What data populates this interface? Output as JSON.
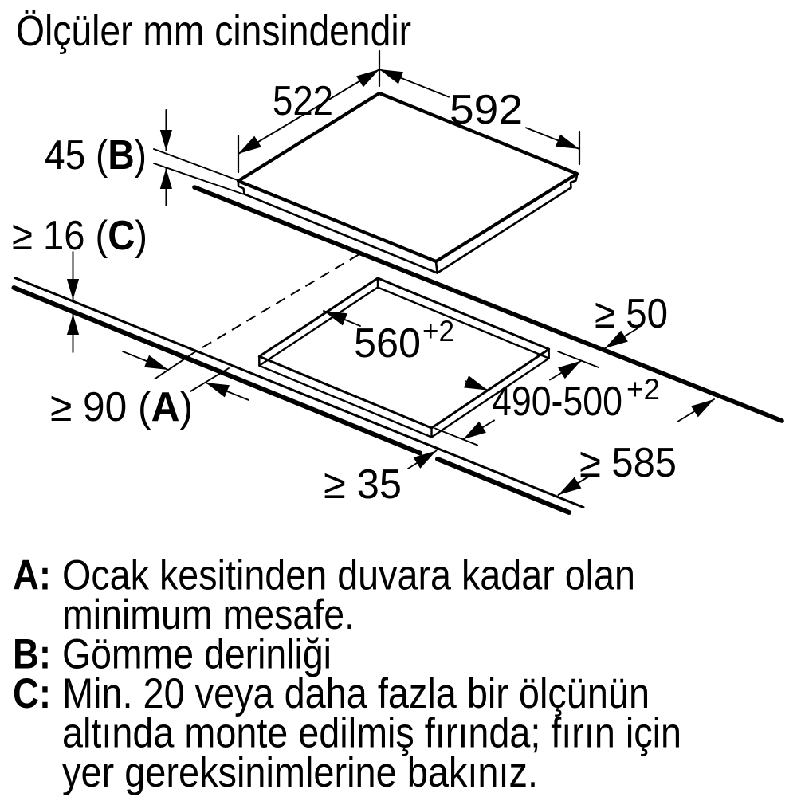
{
  "title": "Ölçüler mm cinsindendir",
  "colors": {
    "ink": "#000000",
    "background": "#ffffff"
  },
  "dims": {
    "d522": "522",
    "d592": "592",
    "d45_pre": "45 (",
    "d45_letter": "B",
    "d45_post": ")",
    "d16_pre": "≥ 16 (",
    "d16_letter": "C",
    "d16_post": ")",
    "d50": "≥ 50",
    "d560": "560",
    "d560_sup": "+2",
    "d490": "490-500",
    "d490_sup": "+2",
    "d90_pre": "≥ 90 (",
    "d90_letter": "A",
    "d90_post": ")",
    "d585": "≥ 585",
    "d35": "≥ 35"
  },
  "notes": [
    {
      "prefix": "A:",
      "lines": [
        "Ocak kesitinden duvara kadar olan",
        "minimum mesafe."
      ]
    },
    {
      "prefix": "B:",
      "lines": [
        "Gömme derinliği"
      ]
    },
    {
      "prefix": "C:",
      "lines": [
        "Min. 20 veya daha fazla bir ölçünün",
        "altında monte edilmiş fırında; fırın için",
        "yer gereksinimlerine bakınız."
      ]
    }
  ]
}
